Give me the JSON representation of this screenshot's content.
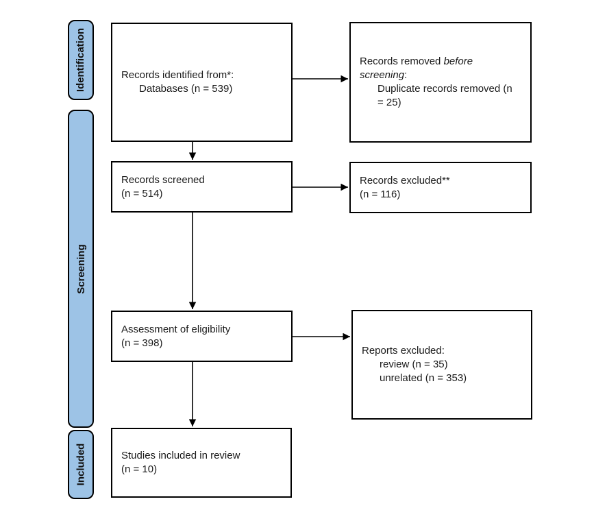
{
  "colors": {
    "sidebar_fill": "#9DC3E6",
    "box_border": "#000000",
    "background": "#FFFFFF",
    "text": "#1A1A1A"
  },
  "sidebar": [
    {
      "label": "Identification"
    },
    {
      "label": "Screening"
    },
    {
      "label": "Included"
    }
  ],
  "boxes": {
    "identified": {
      "line1": "Records identified from*:",
      "line2": "Databases (n = 539)"
    },
    "removed": {
      "line1_normal": "Records removed ",
      "line1_italic": "before",
      "line2_italic": "screening",
      "line2_normal": ":",
      "line3": "Duplicate records removed (n",
      "line4": "= 25)"
    },
    "screened": {
      "line1": "Records screened",
      "line2": "(n = 514)"
    },
    "excluded": {
      "line1": "Records excluded**",
      "line2": "(n = 116)"
    },
    "eligibility": {
      "line1": "Assessment of eligibility",
      "line2": "(n = 398)"
    },
    "reports_excluded": {
      "line1": "Reports excluded:",
      "line2": "review (n = 35)",
      "line3": "unrelated (n = 353)"
    },
    "included_studies": {
      "line1": "Studies included in review",
      "line2": "(n = 10)"
    }
  }
}
